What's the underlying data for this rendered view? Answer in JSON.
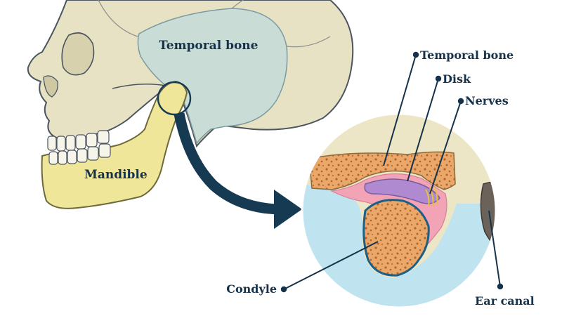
{
  "labels": {
    "skull_temporal": "Temporal bone",
    "mandible": "Mandible",
    "inset_temporal": "Temporal bone",
    "disk": "Disk",
    "nerves": "Nerves",
    "condyle": "Condyle",
    "ear_canal": "Ear canal"
  },
  "colors": {
    "skull": "#e7e2c3",
    "skull_outline": "#4a5560",
    "temporal_region": "#c9ddd6",
    "mandible": "#efe69a",
    "arrow": "#153a52",
    "label_text": "#16324a",
    "bone_marrow": "#e9a86a",
    "bone_dots": "#b4622d",
    "disk": "#b08ad0",
    "cartilage": "#f2a4b6",
    "soft_tissue": "#bfe4ef",
    "ear_canal": "#6b625a"
  }
}
